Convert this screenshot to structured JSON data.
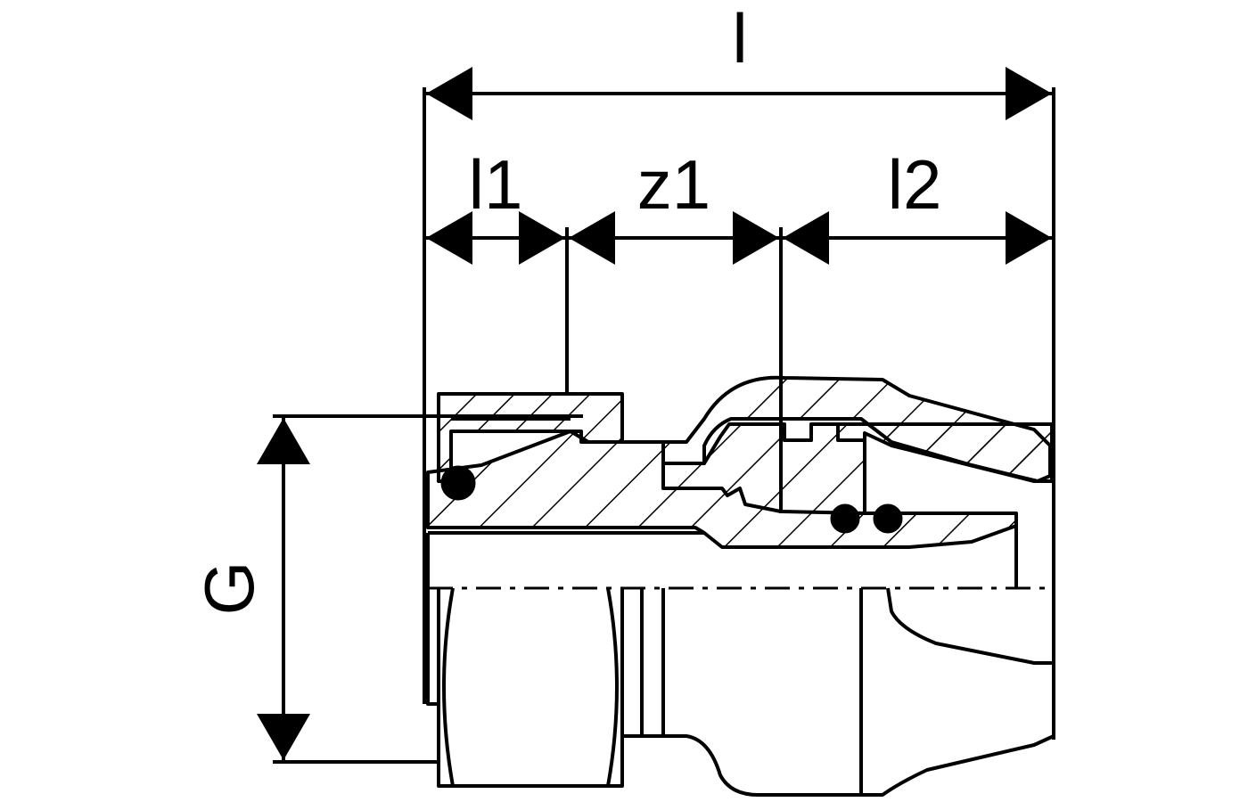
{
  "diagram": {
    "dimensions": {
      "overall_length": "l",
      "length_1": "l1",
      "length_z1": "z1",
      "length_2": "l2",
      "thread": "G"
    },
    "colors": {
      "line": "#000000",
      "background": "#ffffff"
    }
  }
}
